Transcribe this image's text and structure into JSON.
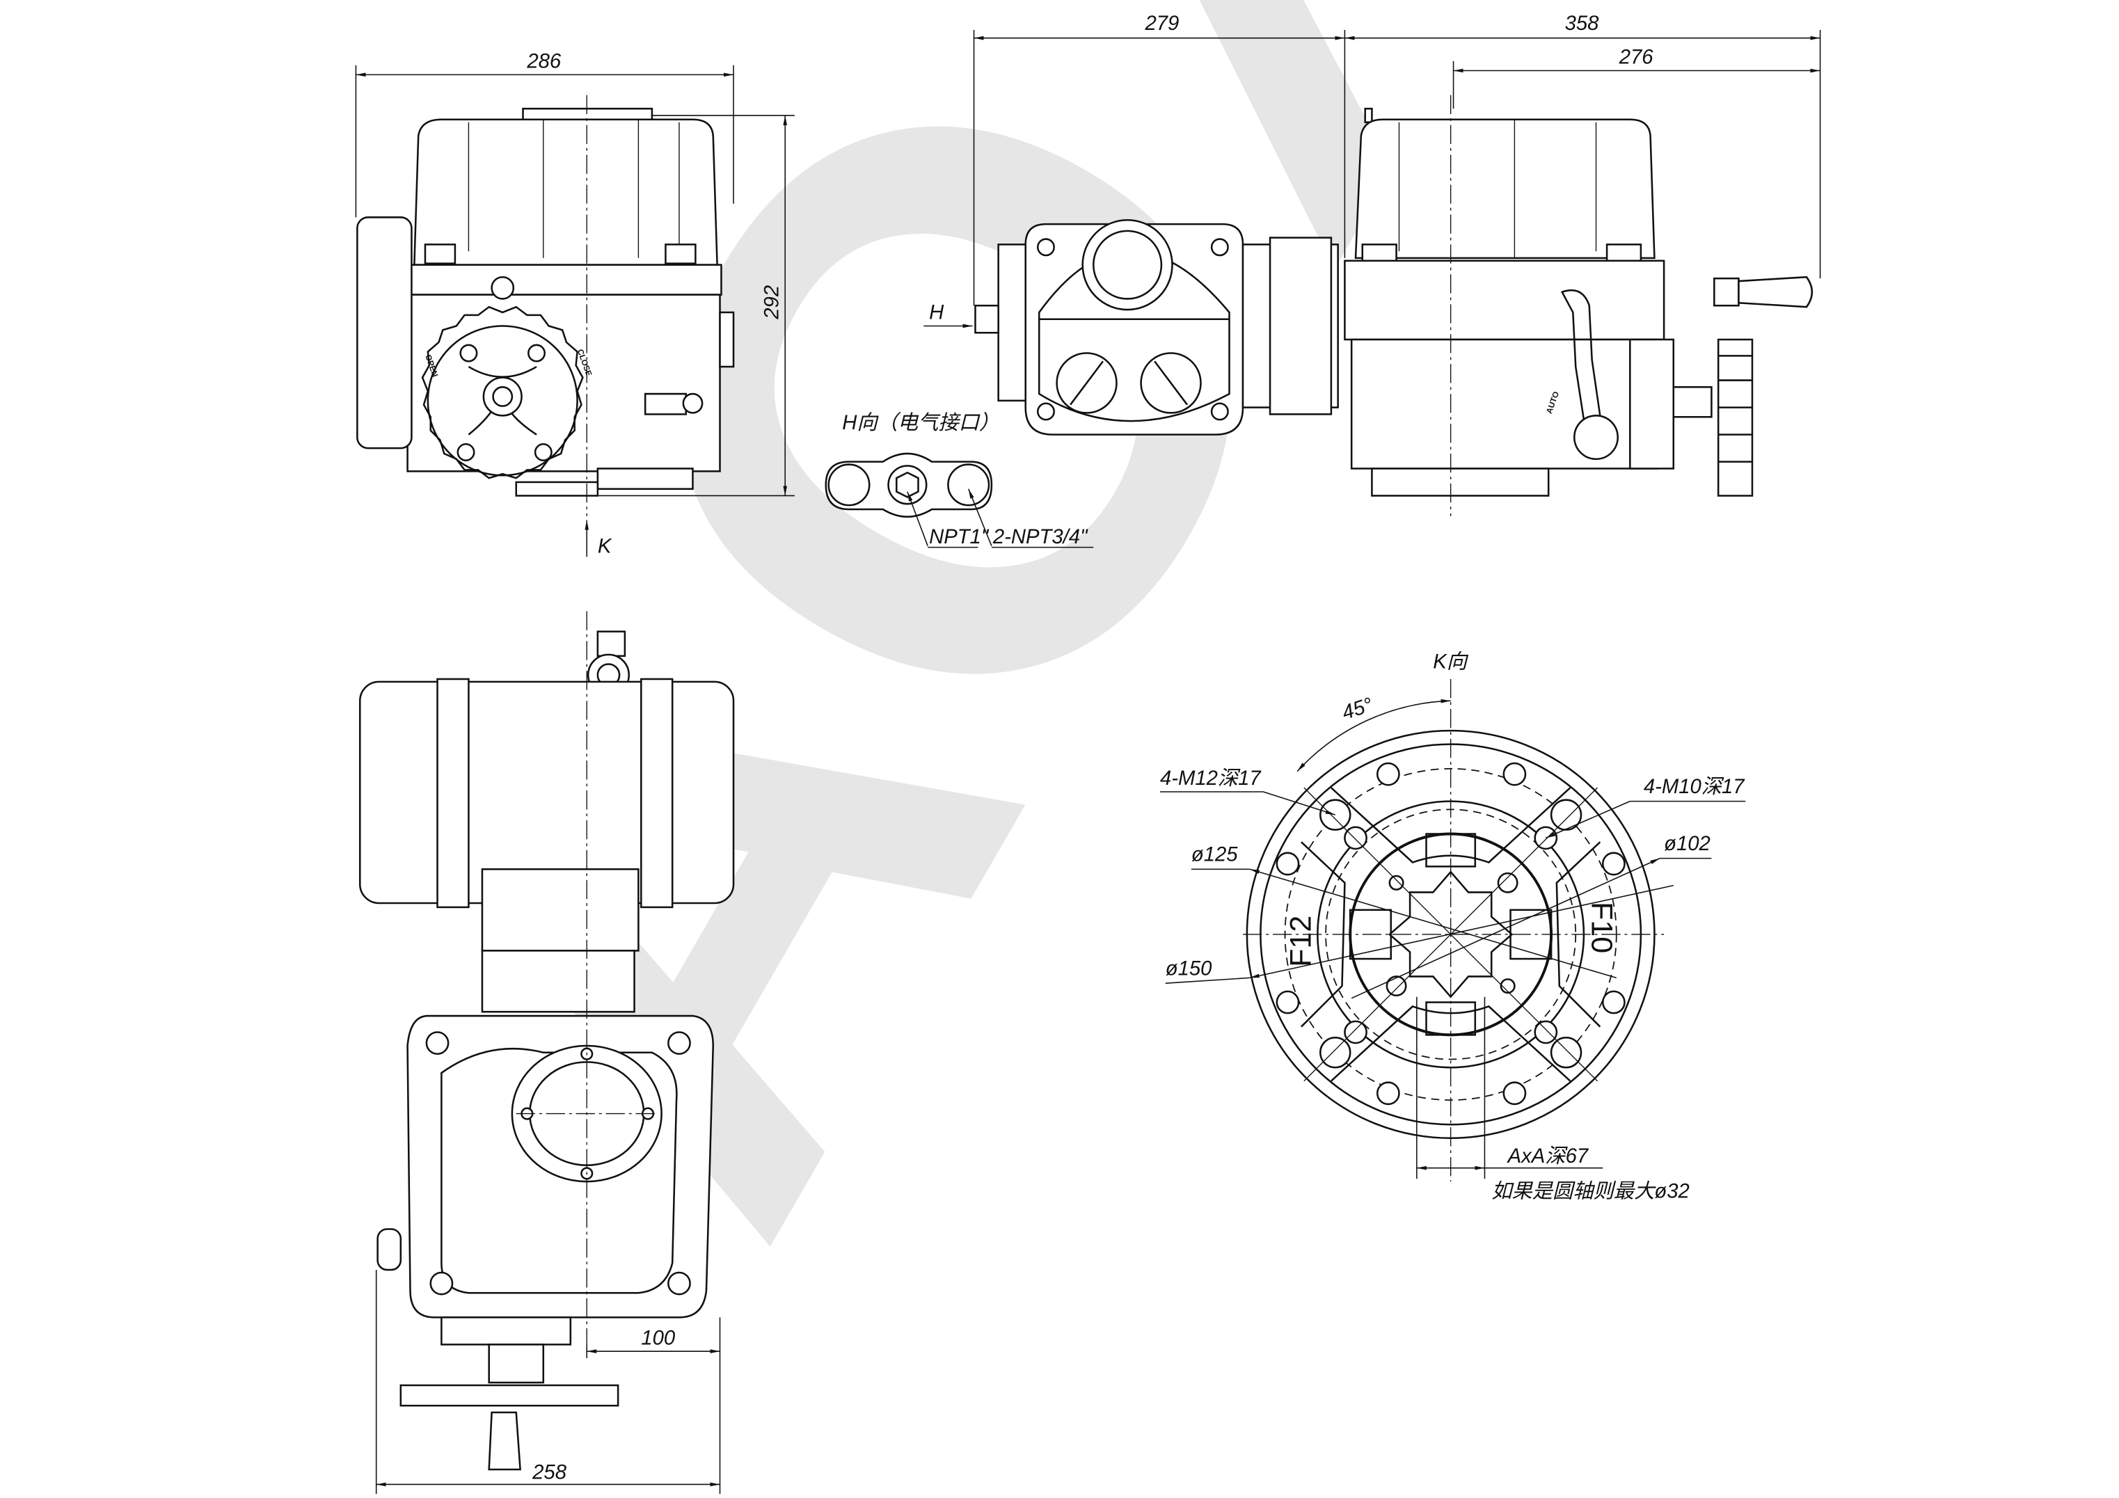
{
  "watermark": "AOX",
  "colors": {
    "line": "#111111",
    "watermark": "#e6e6e6",
    "background": "#ffffff"
  },
  "front_view": {
    "width_dim": "286",
    "height_dim": "292",
    "view_arrow_label": "K",
    "dial_open": "OPEN",
    "dial_close": "CLOSE"
  },
  "side_view": {
    "dim_left": "279",
    "dim_right": "358",
    "dim_handwheel": "276",
    "view_arrow_label": "H",
    "auto_label": "AUTO"
  },
  "h_view": {
    "title": "H向（电气接口）",
    "port_main": "NPT1\"",
    "port_side": "2-NPT3/4\""
  },
  "top_view": {
    "dim_offset": "100",
    "dim_width": "258"
  },
  "k_view": {
    "title": "K向",
    "angle": "45°",
    "holes_m12": "4-M12深17",
    "holes_m10": "4-M10深17",
    "dia_125": "ø125",
    "dia_102": "ø102",
    "dia_150": "ø150",
    "flange_f12": "F12",
    "flange_f10": "F10",
    "square_drive": "AxA深67",
    "round_shaft_note": "如果是圆轴则最大ø32"
  }
}
